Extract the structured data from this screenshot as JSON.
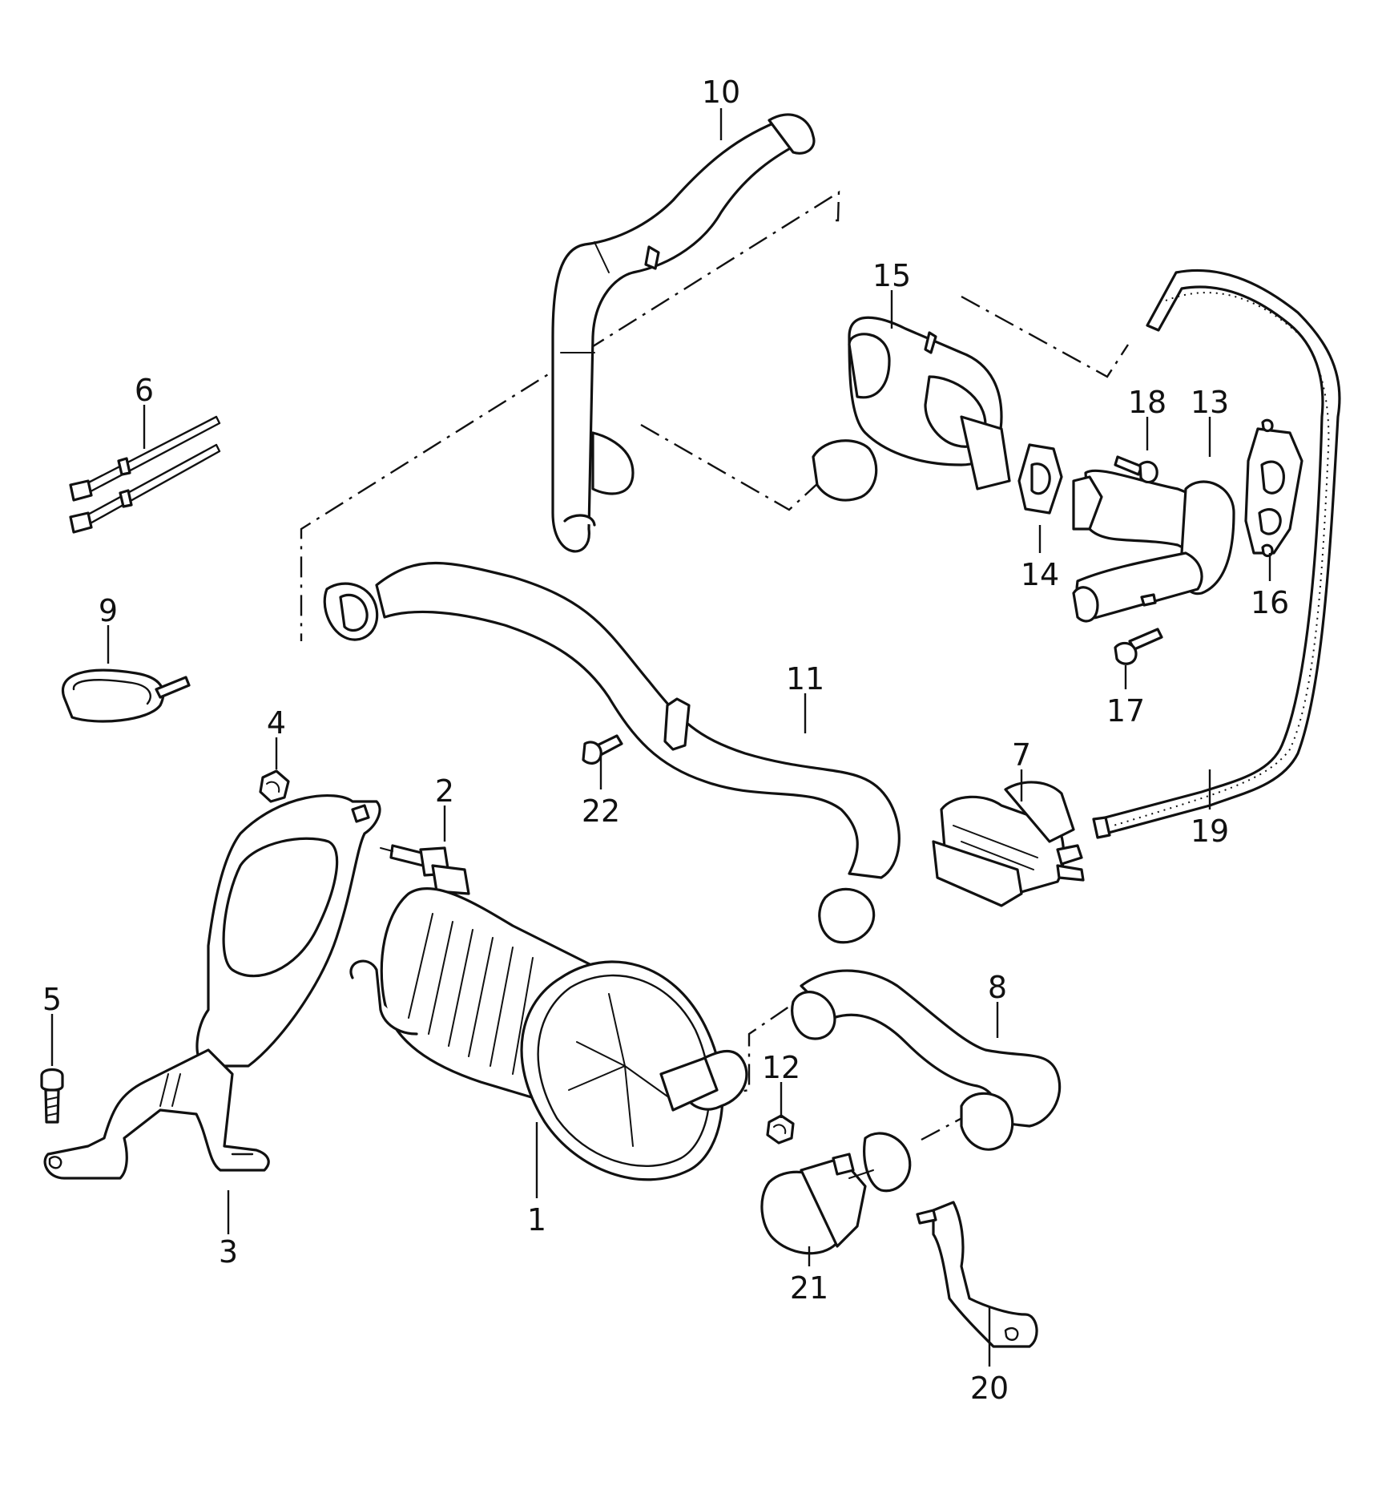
{
  "callouts": {
    "c1": "1",
    "c2": "2",
    "c3": "3",
    "c4": "4",
    "c5": "5",
    "c6": "6",
    "c7": "7",
    "c8": "8",
    "c9": "9",
    "c10": "10",
    "c11": "11",
    "c12": "12",
    "c13": "13",
    "c14": "14",
    "c15": "15",
    "c16": "16",
    "c17": "17",
    "c18": "18",
    "c19": "19",
    "c20": "20",
    "c21": "21",
    "c22": "22"
  },
  "colors": {
    "ink": "#111111",
    "paper": "#ffffff"
  }
}
